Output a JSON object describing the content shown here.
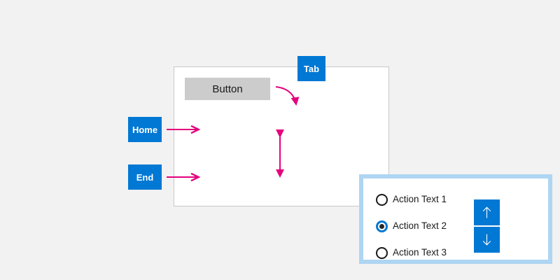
{
  "page": {
    "background_color": "#f2f2f2",
    "accent_color": "#0078d4",
    "annotation_color": "#e5007d",
    "focus_border_color": "#aed5f2",
    "button_fill_color": "#cccccc"
  },
  "dialog": {
    "name": "dialog-window",
    "button": {
      "label": "Button"
    },
    "radio_group": {
      "focused": true,
      "options": [
        {
          "label": "Action Text 1",
          "selected": false
        },
        {
          "label": "Action Text 2",
          "selected": true
        },
        {
          "label": "Action Text 3",
          "selected": false
        }
      ]
    },
    "spinner": {
      "up_icon": "arrow-up-icon",
      "down_icon": "arrow-down-icon"
    }
  },
  "key_badges": [
    {
      "label": "Tab",
      "name": "key-badge-tab"
    },
    {
      "label": "Home",
      "name": "key-badge-home"
    },
    {
      "label": "End",
      "name": "key-badge-end"
    }
  ],
  "annotations": {
    "tab_curve": "curved-arrow-to-radio-group",
    "home_arrow": "arrow-to-first-radio",
    "end_arrow": "arrow-to-last-radio",
    "updown_arrow": "double-headed-vertical-arrow"
  }
}
